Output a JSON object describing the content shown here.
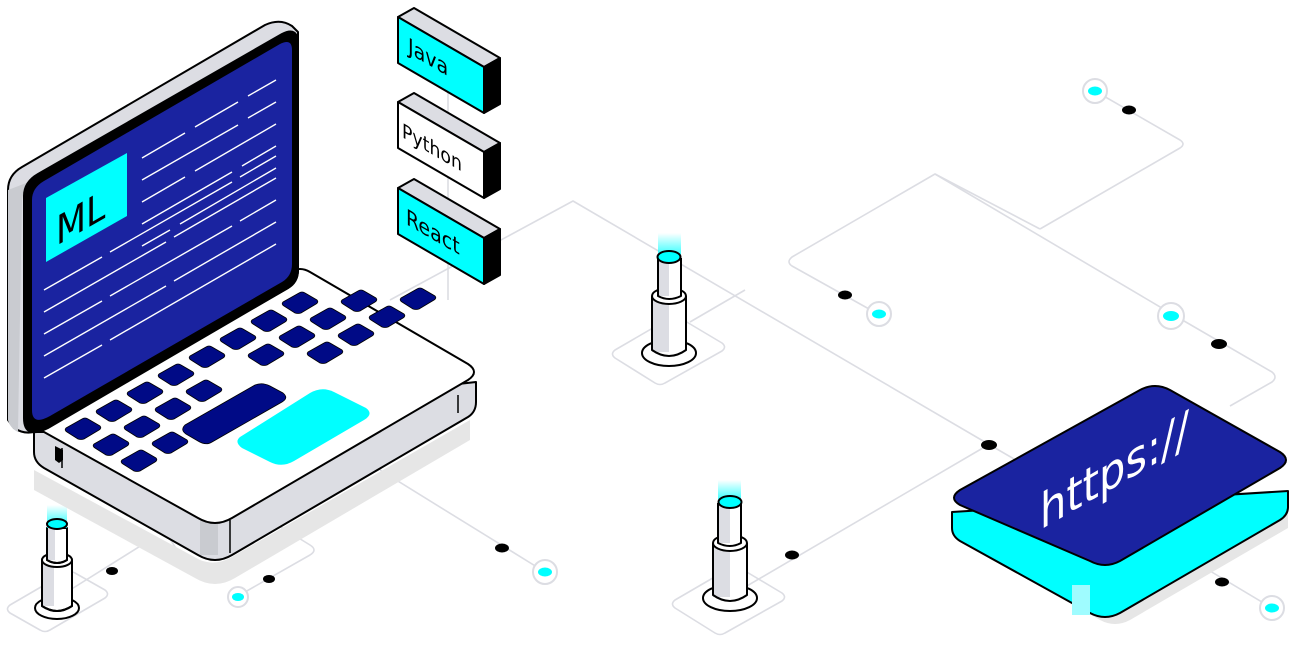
{
  "illustration": {
    "screen_badge": "ML",
    "tags": [
      {
        "label": "Java",
        "color": "#00ffff"
      },
      {
        "label": "Python",
        "color": "#ffffff"
      },
      {
        "label": "React",
        "color": "#00ffff"
      }
    ],
    "card_text": "https://"
  },
  "colors": {
    "navy": "#1a23a0",
    "key_navy": "#000a86",
    "cyan": "#00ffff",
    "light_gray": "#dcdde3",
    "outline": "#000000",
    "background": "#ffffff"
  }
}
